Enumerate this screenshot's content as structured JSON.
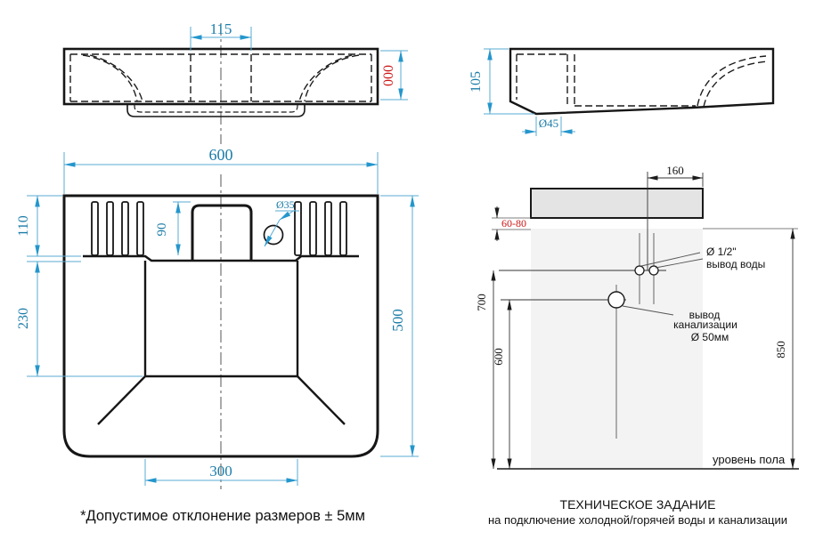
{
  "meta": {
    "document_type": "sanitary technical drawing",
    "units_note": "dimensions in mm"
  },
  "colors": {
    "dimension_blue_text": "#1b7ca8",
    "dimension_blue_line": "#58abd3",
    "dimension_blue_arrow": "#2496cc",
    "warning_red": "#cc1515",
    "drawing_black": "#161616",
    "sink_fill_gray": "#e4e4e4",
    "wall_fill_gray": "#f3f3f3"
  },
  "views": {
    "top_view": {
      "dims": {
        "center_width": "115",
        "edge_height": "000"
      }
    },
    "side_view": {
      "dims": {
        "height": "105",
        "drain": "Ø45"
      }
    },
    "front_view": {
      "dims": {
        "width": "600",
        "rib_zone_height": "110",
        "overflow_height": "90",
        "faucet_hole": "Ø35",
        "pedestal_height": "230",
        "total_height": "500",
        "drain_span": "300"
      }
    },
    "installation_view": {
      "dims": {
        "water_offset": "160",
        "gap_range": "60-80",
        "water_height": "700",
        "sewage_height": "600",
        "total_height": "850"
      },
      "labels": {
        "water_size": "Ø 1/2\"",
        "water_outlet": "вывод воды",
        "sewage_line1": "вывод",
        "sewage_line2": "канализации",
        "sewage_size": "Ø 50мм",
        "floor_level": "уровень пола"
      }
    }
  },
  "footer": {
    "tolerance_note": "*Допустимое отклонение размеров ± 5мм",
    "title": "ТЕХНИЧЕСКОЕ ЗАДАНИЕ",
    "subtitle": "на подключение холодной/горячей воды и канализации"
  }
}
